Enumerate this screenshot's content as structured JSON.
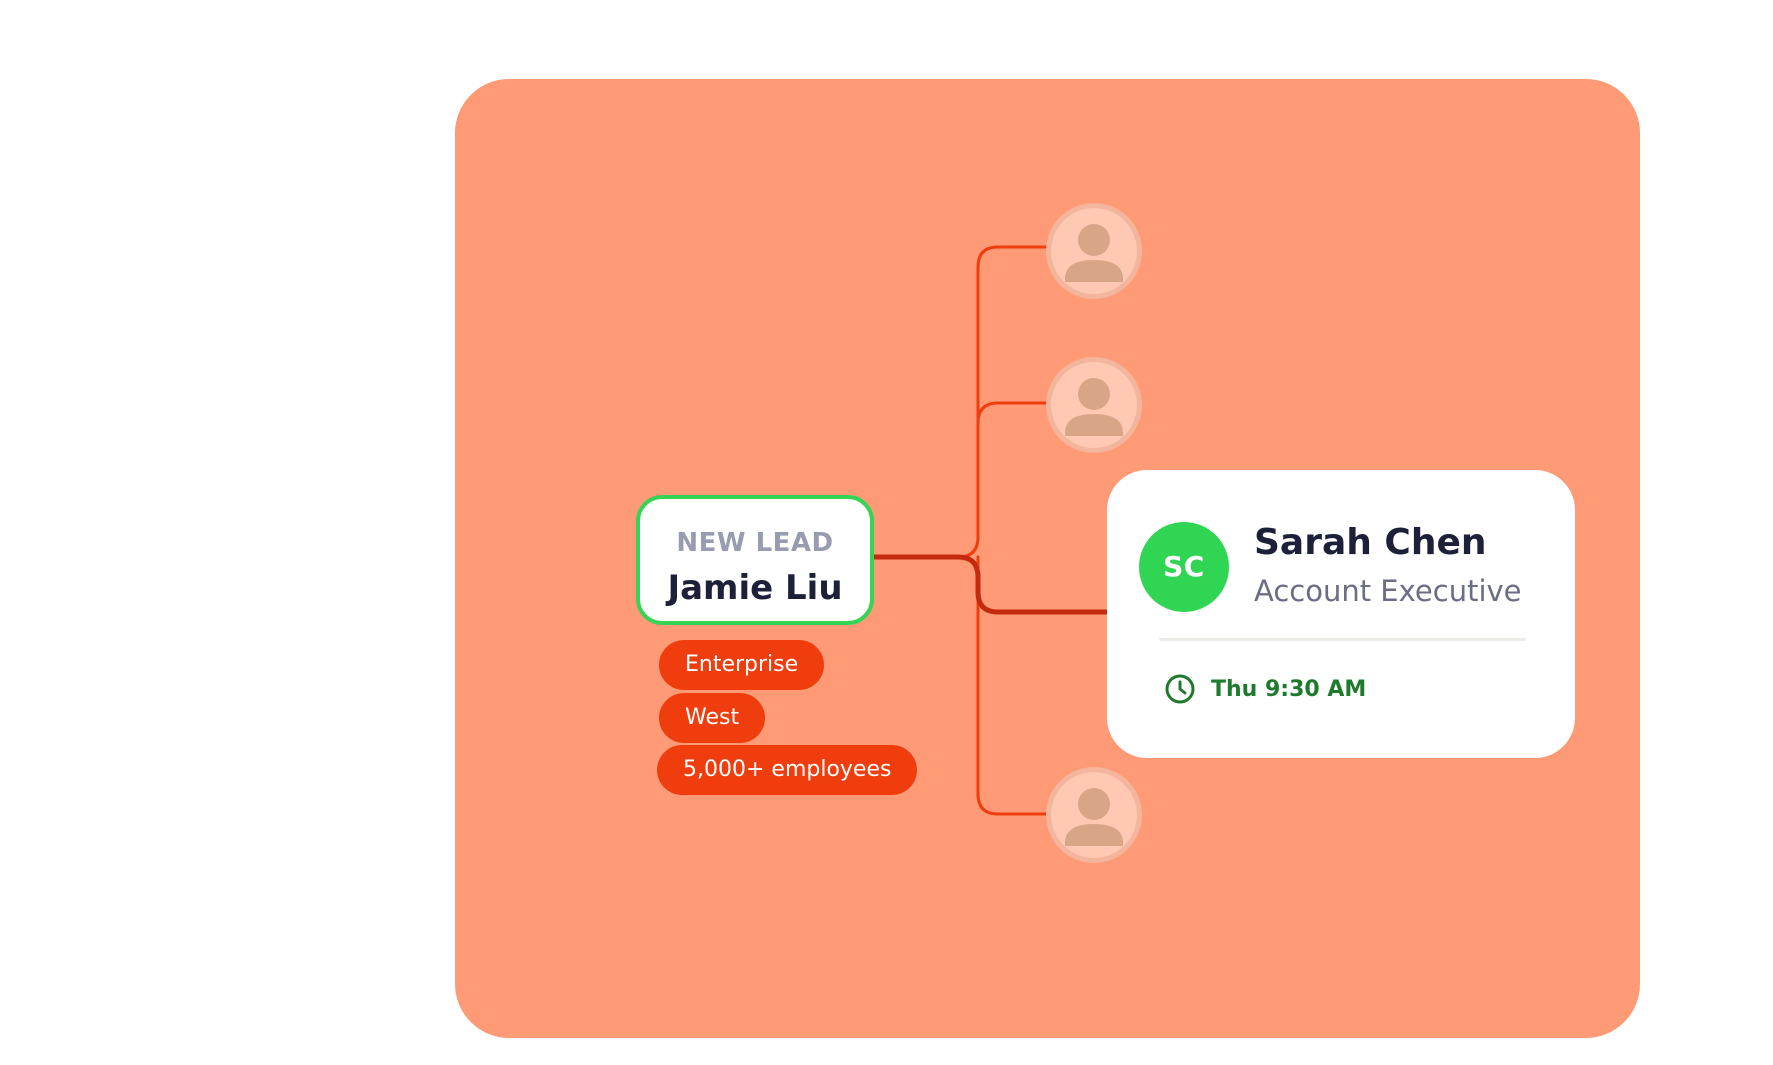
{
  "colors": {
    "page_background": "#ffffff",
    "panel": "#fe9a75",
    "connector": "#f03d0e",
    "connector_active": "#c42a0e",
    "lead_border": "#35d356",
    "tag_background": "#f03d0e",
    "placeholder_avatar_fill": "#ffc8b2",
    "placeholder_avatar_ring": "#f3b59c",
    "placeholder_silhouette": "#d9a587",
    "rep_avatar": "#31d554",
    "time_text": "#1f7a2d"
  },
  "lead": {
    "eyebrow": "NEW LEAD",
    "name": "Jamie Liu",
    "tags": [
      "Enterprise",
      "West",
      "5,000+ employees"
    ]
  },
  "candidates": [
    {
      "icon": "user-silhouette-icon"
    },
    {
      "icon": "user-silhouette-icon"
    },
    {
      "icon": "user-silhouette-icon"
    }
  ],
  "assigned_rep": {
    "initials": "SC",
    "name": "Sarah Chen",
    "title": "Account Executive",
    "time_icon": "clock-icon",
    "meeting_time": "Thu 9:30 AM"
  }
}
